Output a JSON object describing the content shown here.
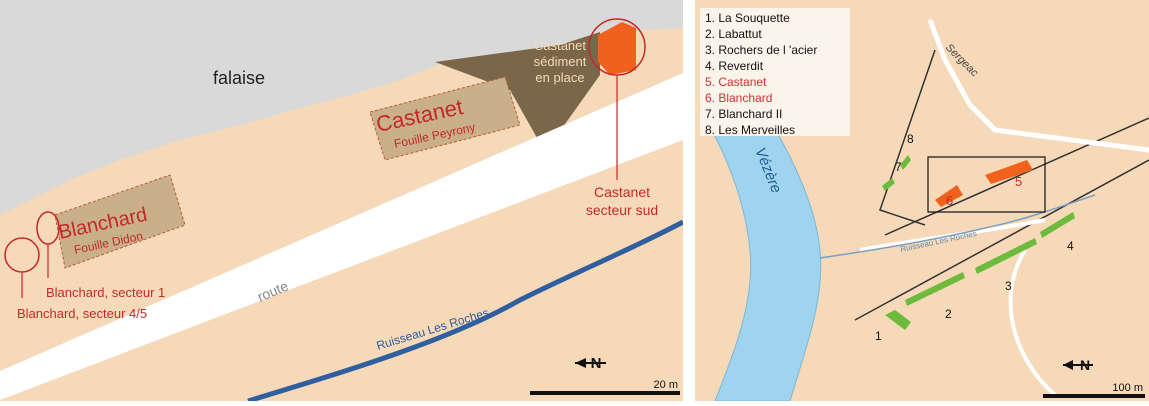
{
  "left_map": {
    "cliff_label": "falaise",
    "castanet_label": "Castanet",
    "castanet_sub": "Fouille Peyrony",
    "blanchard_label": "Blanchard",
    "blanchard_sub": "Fouille Didon",
    "sediment_line1": "Castanet",
    "sediment_line2": "sédiment",
    "sediment_line3": "en place",
    "castanet_south_line1": "Castanet",
    "castanet_south_line2": "secteur sud",
    "route_label": "route",
    "stream_label": "Ruisseau Les Roches",
    "sector1_label": "Blanchard, secteur 1",
    "sector45_label": "Blanchard, secteur 4/5",
    "north_label": "N",
    "scale_label": "20 m",
    "colors": {
      "sediment": "#f5d9b8",
      "cliff": "#d9d9d9",
      "road": "#ffffff",
      "stream": "#2f5f9e",
      "label_red": "#c62828",
      "site_fill": "#f0611e",
      "excavation": "#c9b08a"
    }
  },
  "right_map": {
    "legend": [
      {
        "text": "1. La Souquette",
        "color": "#111111"
      },
      {
        "text": "2. Labattut",
        "color": "#111111"
      },
      {
        "text": "3. Rochers de l 'acier",
        "color": "#111111"
      },
      {
        "text": "4. Reverdit",
        "color": "#111111"
      },
      {
        "text": "5. Castanet",
        "color": "#d32f2f"
      },
      {
        "text": "6. Blanchard",
        "color": "#d32f2f"
      },
      {
        "text": "7. Blanchard II",
        "color": "#111111"
      },
      {
        "text": "8. Les Merveilles",
        "color": "#111111"
      }
    ],
    "river_label": "Vézère",
    "road_label": "Sergeac",
    "stream_label": "Ruisseau Les Roches",
    "site_numbers": [
      "1",
      "2",
      "3",
      "4",
      "5",
      "6",
      "7",
      "8"
    ],
    "north_label": "N",
    "scale_label": "100 m",
    "colors": {
      "river": "#9fd3ee",
      "ground": "#f5d9b8",
      "green_site": "#6dbb3c",
      "red_site": "#f0611e"
    }
  }
}
